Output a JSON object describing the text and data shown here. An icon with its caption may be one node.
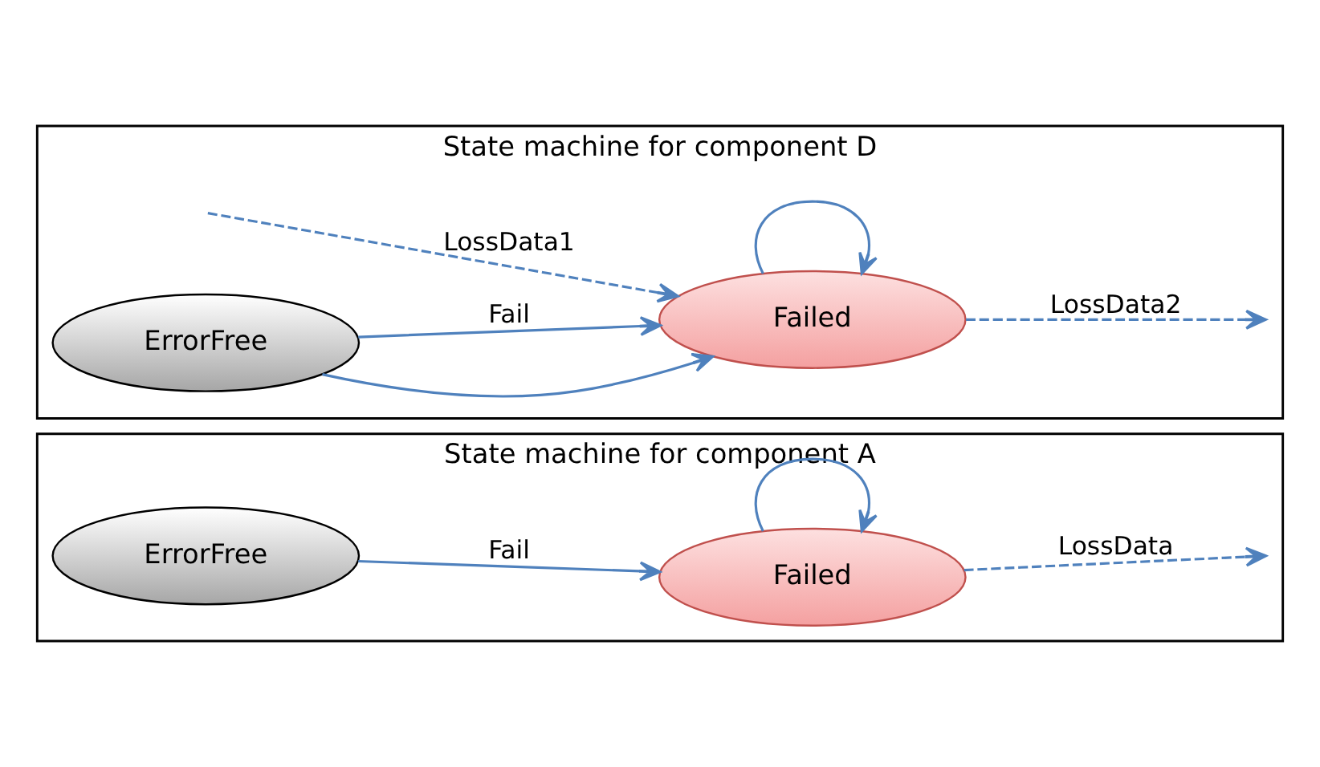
{
  "diagram": {
    "nodes": [
      {
        "text": [
          "State machine for component A"
        ]
      },
      {
        "text": [
          "ErrorFree"
        ],
        "in": 0
      },
      {
        "text": [
          "Failed"
        ],
        "in": 0
      },
      {
        "text": [
          "State machine for component D"
        ]
      },
      {
        "text": [
          "ErrorFree"
        ],
        "in": 3
      },
      {
        "text": [
          "Failed"
        ],
        "in": 3
      }
    ],
    "edges": [
      {
        "from": 1,
        "to": 2,
        "arrow": "to",
        "label": "Fail"
      },
      {
        "from": 2,
        "to": 2,
        "arrow": "to"
      },
      {
        "from": 2,
        "to": null,
        "arrow": "to",
        "label": "LossData",
        "style": "dashed"
      },
      {
        "from": null,
        "to": 5,
        "arrow": "to",
        "label": "LossData1",
        "style": "dashed"
      },
      {
        "from": 4,
        "to": 5,
        "arrow": "to"
      },
      {
        "from": 4,
        "to": 5,
        "arrow": "to",
        "label": "Fail"
      },
      {
        "from": 5,
        "to": 5,
        "arrow": "to"
      },
      {
        "from": 5,
        "to": null,
        "arrow": "to",
        "label": "LossData2",
        "style": "dashed"
      }
    ]
  }
}
